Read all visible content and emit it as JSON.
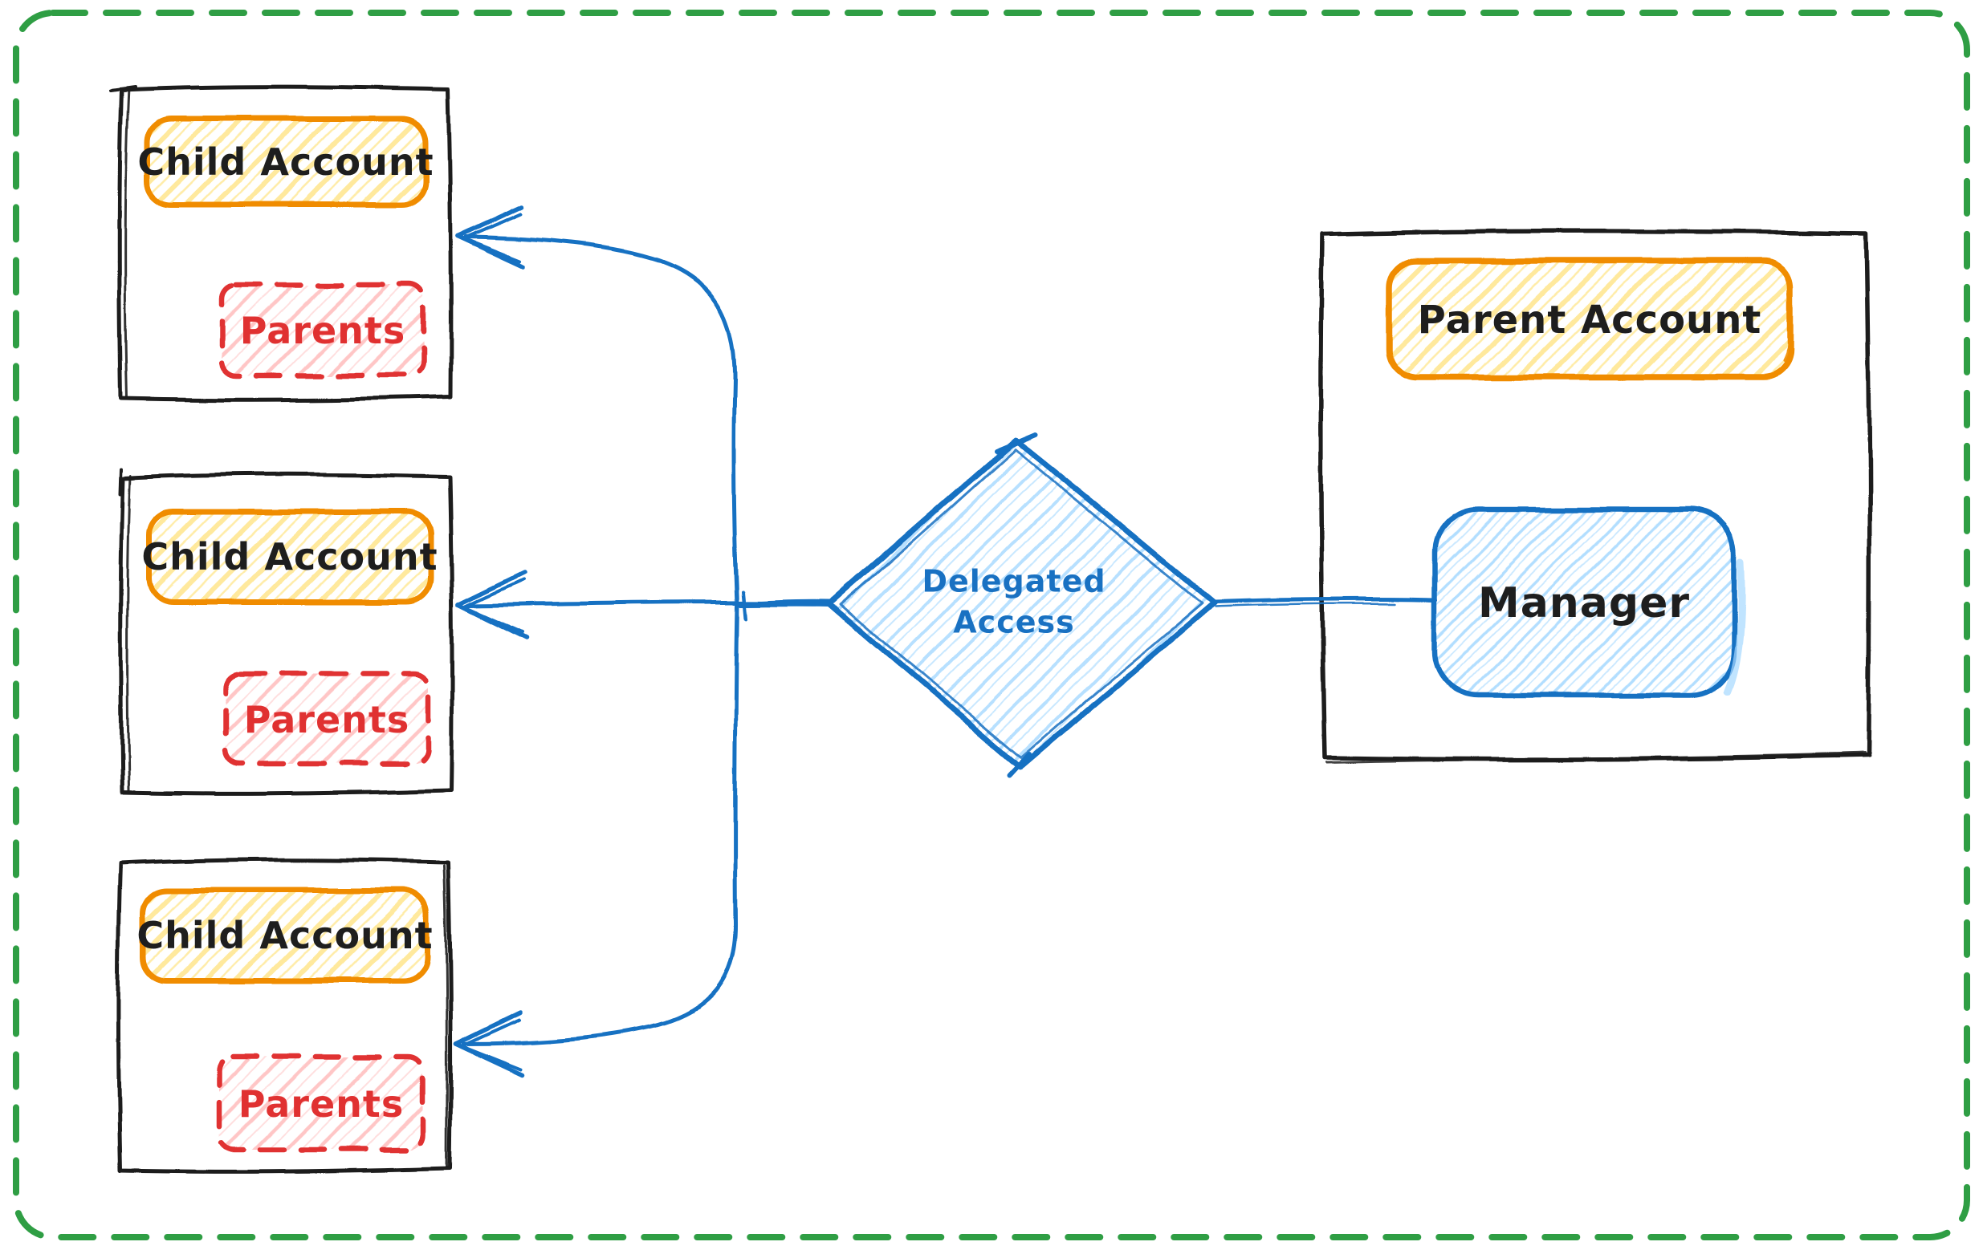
{
  "palette": {
    "canvas_border_green": "#2f9e44",
    "box_stroke_black": "#1c1c1c",
    "accent_orange": "#f08c00",
    "hatch_yellow": "#ffd43b",
    "accent_red": "#e03131",
    "hatch_pink": "#ffa8a8",
    "accent_blue": "#1971c2",
    "hatch_light_blue": "#a5d8ff",
    "text_dark": "#1e1e1e"
  },
  "diagram": {
    "child_accounts": [
      {
        "title": "Child Account",
        "sub": "Parents"
      },
      {
        "title": "Child Account",
        "sub": "Parents"
      },
      {
        "title": "Child Account",
        "sub": "Parents"
      }
    ],
    "decision": {
      "line1": "Delegated",
      "line2": "Access"
    },
    "parent": {
      "title": "Parent Account",
      "manager": "Manager"
    }
  }
}
